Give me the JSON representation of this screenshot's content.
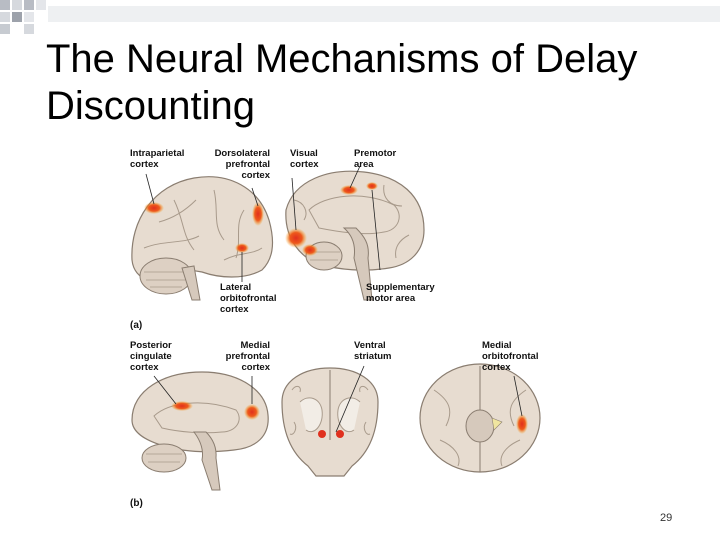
{
  "slide": {
    "title": "The Neural Mechanisms of Delay Discounting",
    "page_number": "29"
  },
  "figure": {
    "panel_a": {
      "tag": "(a)",
      "labels": {
        "intraparietal": [
          "Intraparietal",
          "cortex"
        ],
        "dlpfc": [
          "Dorsolateral",
          "prefrontal",
          "cortex"
        ],
        "visual": [
          "Visual",
          "cortex"
        ],
        "premotor": [
          "Premotor",
          "area"
        ],
        "lateral_ofc": [
          "Lateral",
          "orbitofrontal",
          "cortex"
        ],
        "sma": [
          "Supplementary",
          "motor area"
        ]
      }
    },
    "panel_b": {
      "tag": "(b)",
      "labels": {
        "pcc": [
          "Posterior",
          "cingulate",
          "cortex"
        ],
        "mpfc": [
          "Medial",
          "prefrontal",
          "cortex"
        ],
        "ventral_striatum": [
          "Ventral",
          "striatum"
        ],
        "mofc": [
          "Medial",
          "orbitofrontal",
          "cortex"
        ]
      }
    },
    "colors": {
      "brain_fill": "#e7dcd0",
      "brain_stroke": "#8a7d70",
      "activation_core": "#e0301e",
      "activation_glow": "#f6a21b"
    }
  }
}
